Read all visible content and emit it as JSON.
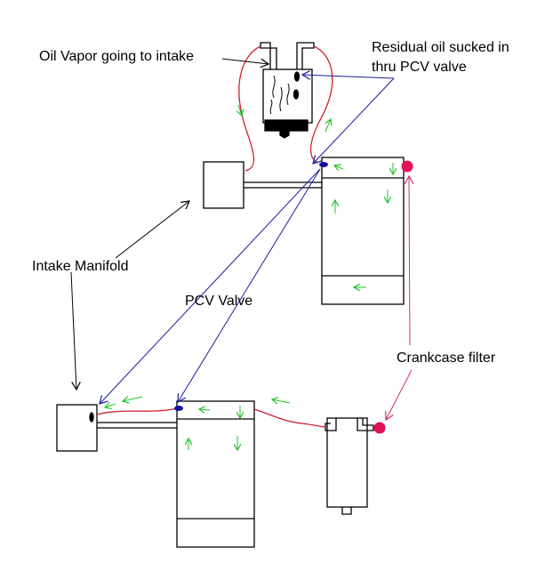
{
  "labels": {
    "oil_vapor": "Oil Vapor going to intake",
    "residual_line1": "Residual oil sucked in",
    "residual_line2": "thru PCV valve",
    "intake_manifold": "Intake Manifold",
    "pcv_valve": "PCV Valve",
    "crankcase_filter": "Crankcase filter"
  },
  "colors": {
    "outline": "#000000",
    "hose": "#d01e2e",
    "pointer": "#1c1ca0",
    "flow_arrow": "#22c02e",
    "filter_cap": "#e0105a",
    "filter_pointer": "#d0306e",
    "pcv_valve": "#1010a0"
  }
}
